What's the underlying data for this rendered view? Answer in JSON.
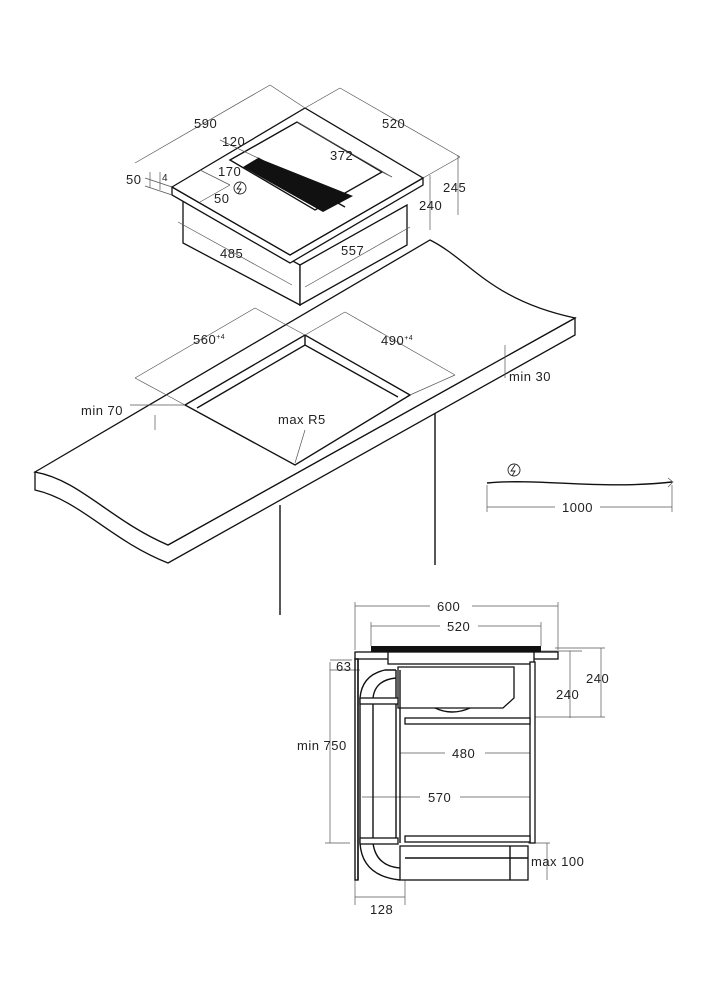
{
  "hob_iso": {
    "width": "590",
    "depth": "520",
    "vent_offset": "120",
    "vent_length": "372",
    "connection_x": "170",
    "connection_y": "50",
    "frame_top": "50",
    "frame_step": "4",
    "height_total": "245",
    "height_body": "240",
    "body_width": "485",
    "body_depth": "557"
  },
  "cutout": {
    "width": "560",
    "width_tol": "+4",
    "depth": "490",
    "depth_tol": "+4",
    "min_front": "min 70",
    "max_radius": "max R5",
    "min_thickness": "min 30"
  },
  "cable": {
    "length": "1000"
  },
  "section": {
    "width_total": "600",
    "width_hob": "520",
    "offset_63": "63",
    "height_a": "240",
    "height_b": "240",
    "inner_width": "480",
    "depth_570": "570",
    "min_height": "min 750",
    "max_plinth": "max 100",
    "plinth_depth": "128"
  },
  "icons": {
    "power": "lightning-icon"
  }
}
